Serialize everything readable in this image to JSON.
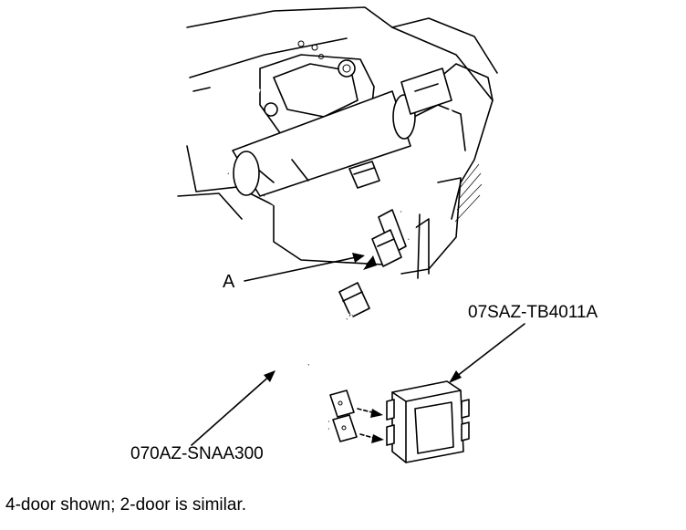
{
  "callouts": {
    "connector_label": "A",
    "control_unit_part_number": "07SAZ-TB4011A",
    "harness_part_number": "070AZ-SNAA300"
  },
  "caption": "4-door shown; 2-door is similar."
}
